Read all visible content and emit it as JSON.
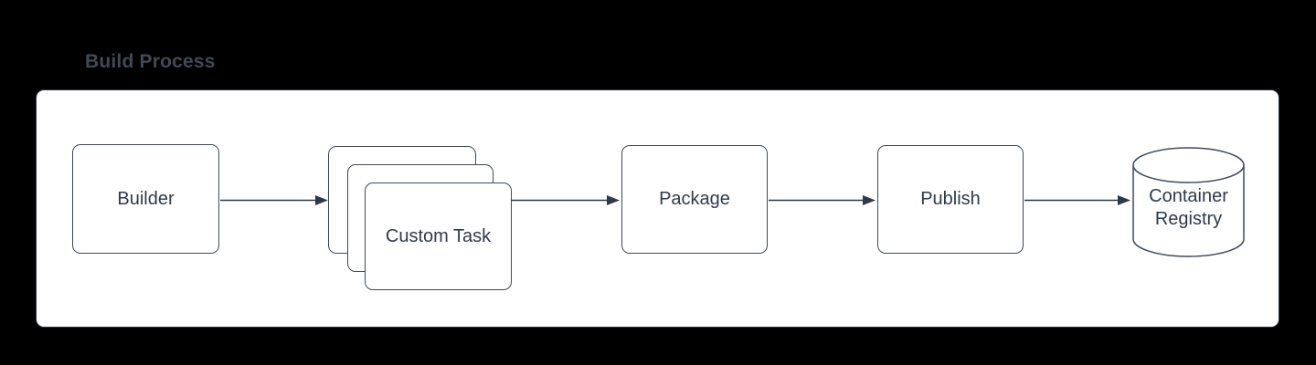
{
  "diagram": {
    "title": "Build Process",
    "nodes": {
      "builder": {
        "label": "Builder",
        "shape": "rectangle"
      },
      "custom_task": {
        "label": "Custom Task",
        "shape": "stacked-rectangles",
        "copies": 3
      },
      "package": {
        "label": "Package",
        "shape": "rectangle"
      },
      "publish": {
        "label": "Publish",
        "shape": "rectangle"
      },
      "container_registry": {
        "label": "Container Registry",
        "shape": "cylinder"
      }
    },
    "flow_order": [
      "Builder",
      "Custom Task",
      "Package",
      "Publish",
      "Container Registry"
    ],
    "colors": {
      "background": "#000000",
      "panel_fill": "#ffffff",
      "panel_stroke": "#2b3644",
      "node_stroke": "#3f4a59",
      "node_text": "#2f3a4b",
      "arrow": "#2e3947",
      "title_text": "#3f4a56"
    }
  }
}
